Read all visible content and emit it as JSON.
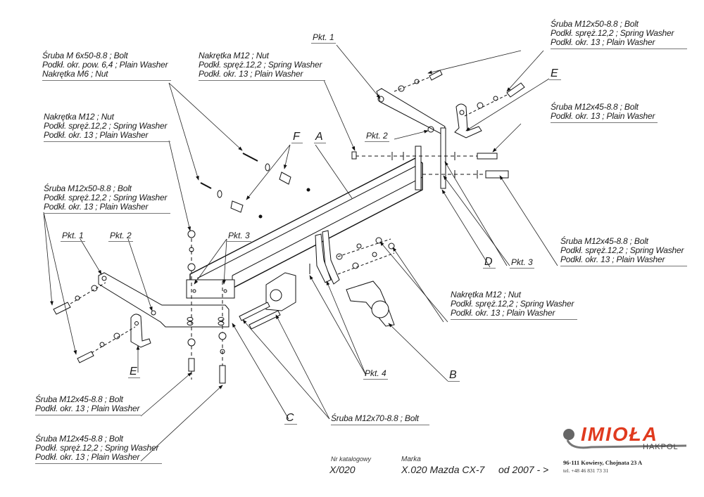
{
  "drawing": {
    "title": "Tow bar exploded assembly drawing",
    "callouts": {
      "top_right_bolt_m12x50": [
        "Śruba M12x50-8.8 ;  Bolt",
        "Podkł. spręż.12,2 ; Spring Washer",
        "Podkł. okr. 13 ; Plain Washer"
      ],
      "top_left_bolt_m6": [
        "Śruba M 6x50-8.8 ;  Bolt",
        "Podkł. okr. pow. 6,4 ; Plain Washer",
        "Nakrętka  M6 ; Nut"
      ],
      "top_mid_nut_m12": [
        "Nakrętka  M12 ; Nut",
        "Podkł. spręż.12,2 ; Spring Washer",
        "Podkł. okr. 13 ; Plain Washer"
      ],
      "left_nut_m12": [
        "Nakrętka  M12 ; Nut",
        "Podkł. spręż.12,2 ; Spring Washer",
        "Podkł. okr. 13 ; Plain Washer"
      ],
      "right_bolt_m12x45_a": [
        "Śruba M12x45-8.8 ;  Bolt",
        "Podkł. okr. 13 ; Plain Washer"
      ],
      "left_bolt_m12x50": [
        "Śruba M12x50-8.8 ;  Bolt",
        "Podkł. spręż.12,2 ; Spring Washer",
        "Podkł. okr. 13 ; Plain Washer"
      ],
      "right_bolt_m12x45_b": [
        "Śruba M12x45-8.8 ;  Bolt",
        "Podkł. spręż.12,2 ; Spring Washer",
        "Podkł. okr. 13 ; Plain Washer"
      ],
      "right_nut_m12": [
        "Nakrętka  M12 ; Nut",
        "Podkł. spręż.12,2 ; Spring Washer",
        "Podkł. okr. 13 ; Plain Washer"
      ],
      "bottom_bolt_m12x45_a": [
        "Śruba M12x45-8.8 ;  Bolt",
        "Podkł. okr. 13 ; Plain Washer"
      ],
      "bottom_bolt_m12x45_b": [
        "Śruba M12x45-8.8 ;  Bolt",
        "Podkł. spręż.12,2 ; Spring Washer",
        "Podkł. okr. 13 ; Plain Washer"
      ],
      "bottom_bolt_m12x70": "Śruba M12x70-8.8 ;  Bolt"
    },
    "points": {
      "pkt1_top": "Pkt. 1",
      "pkt2_top": "Pkt. 2",
      "pkt3_right": "Pkt. 3",
      "pkt1_left": "Pkt. 1",
      "pkt2_left": "Pkt. 2",
      "pkt3_left": "Pkt. 3",
      "pkt4": "Pkt. 4"
    },
    "part_letters": {
      "A": "A",
      "B": "B",
      "C": "C",
      "D": "D",
      "E_top": "E",
      "E_bottom": "E",
      "F": "F"
    }
  },
  "title_block": {
    "catalog_label": "Nr katalogowy",
    "catalog_value": "X/020",
    "brand_label": "Marka",
    "brand_value": "X.020 Mazda CX-7",
    "years": "od 2007 - >"
  },
  "company": {
    "name": "IMIOŁA",
    "subname": "HAKPOL",
    "address": "96-111 Kowiesy, Chojnata 23 A",
    "phone": "tel. +48 46 831 73 31",
    "brand_color": "#e03a1e"
  }
}
